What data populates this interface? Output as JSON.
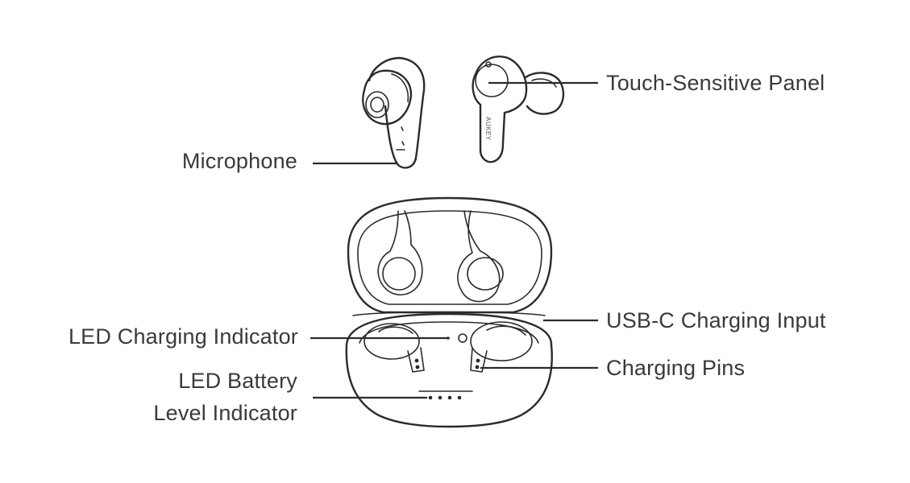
{
  "labels": {
    "touch_panel": "Touch-Sensitive Panel",
    "microphone": "Microphone",
    "usb_c": "USB-C Charging Input",
    "led_charging": "LED Charging Indicator",
    "charging_pins": "Charging Pins",
    "led_battery_line1": "LED Battery",
    "led_battery_line2": "Level Indicator"
  },
  "earbud_brand": "AUKEY",
  "icons": {
    "left_earbud": "earbud-icon",
    "right_earbud": "earbud-icon",
    "case": "charging-case-icon"
  }
}
